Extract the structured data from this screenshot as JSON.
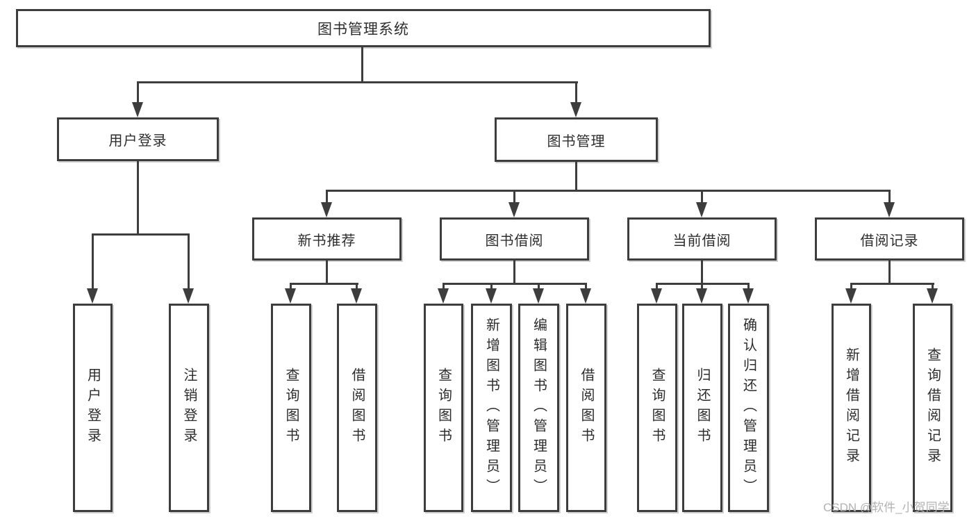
{
  "diagram": {
    "root": {
      "label": "图书管理系统"
    },
    "level2": {
      "user_login": {
        "label": "用户登录"
      },
      "book_mgmt": {
        "label": "图书管理"
      }
    },
    "level3": {
      "new_book_rec": {
        "label": "新书推荐"
      },
      "book_borrow": {
        "label": "图书借阅"
      },
      "current_borrow": {
        "label": "当前借阅"
      },
      "borrow_record": {
        "label": "借阅记录"
      }
    },
    "leaves": {
      "user_login_leaf": {
        "label": "用户登录"
      },
      "logout_leaf": {
        "label": "注销登录"
      },
      "nb_query": {
        "label": "查询图书"
      },
      "nb_borrow": {
        "label": "借阅图书"
      },
      "bb_query": {
        "label": "查询图书"
      },
      "bb_add": {
        "label": "新增图书（管理员）"
      },
      "bb_edit": {
        "label": "编辑图书（管理员）"
      },
      "bb_borrow": {
        "label": "借阅图书"
      },
      "cb_query": {
        "label": "查询图书"
      },
      "cb_return": {
        "label": "归还图书"
      },
      "cb_confirm": {
        "label": "确认归还（管理员）"
      },
      "br_add": {
        "label": "新增借阅记录"
      },
      "br_query": {
        "label": "查询借阅记录"
      }
    }
  },
  "watermark": {
    "text": "CSDN @软件_小贺同学"
  },
  "colors": {
    "line": "#3d3d3d",
    "text": "#2d2d2d",
    "watermark": "#b2b2b2",
    "background": "#ffffff"
  }
}
